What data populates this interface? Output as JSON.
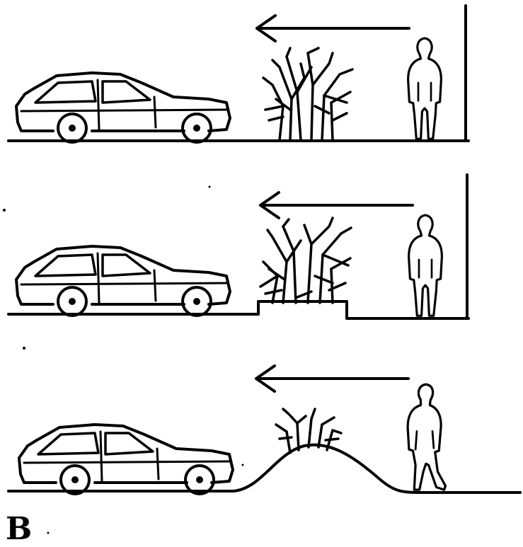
{
  "figure": {
    "label": "B",
    "ink_color": "#000000",
    "background_color": "#ffffff",
    "panels": [
      {
        "id": "wall-and-hedge",
        "elements": [
          "car",
          "hedge",
          "person",
          "wall",
          "arrow-left"
        ]
      },
      {
        "id": "raised-planter",
        "elements": [
          "car",
          "hedge",
          "planter",
          "person",
          "wall",
          "arrow-left"
        ]
      },
      {
        "id": "earth-berm",
        "elements": [
          "car",
          "berm",
          "shrub",
          "person",
          "arrow-left"
        ]
      }
    ]
  }
}
